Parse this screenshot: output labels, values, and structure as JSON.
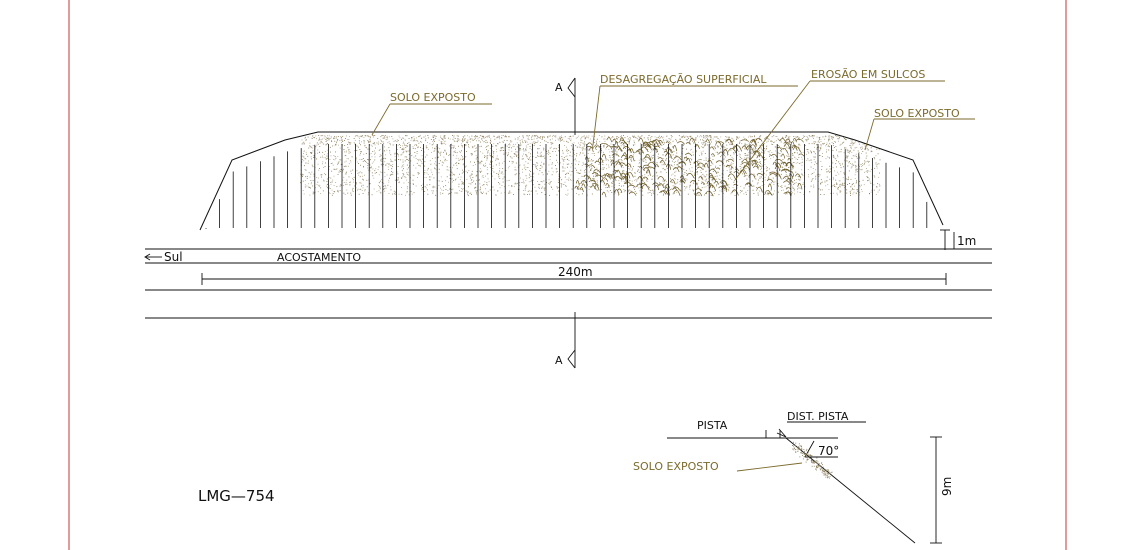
{
  "drawing": {
    "labels": {
      "solo_exposto_left": "SOLO EXPOSTO",
      "desagregacao": "DESAGREGAÇÃO SUPERFICIAL",
      "erosao": "EROSÃO EM SULCOS",
      "solo_exposto_right": "SOLO EXPOSTO",
      "section_top": "A",
      "section_bottom": "A",
      "height_1m": "1m",
      "direction": "Sul",
      "acostamento": "ACOSTAMENTO",
      "length_240m": "240m",
      "drawing_id": "LMG—754"
    },
    "section_detail": {
      "pista": "PISTA",
      "dist_pista": "DIST. PISTA",
      "angle": "70°",
      "solo_exposto": "SOLO EXPOSTO",
      "height_9m": "9m"
    },
    "colors": {
      "frame": "#c0392b",
      "line": "#111111",
      "annotation": "#7b6a2c"
    }
  }
}
